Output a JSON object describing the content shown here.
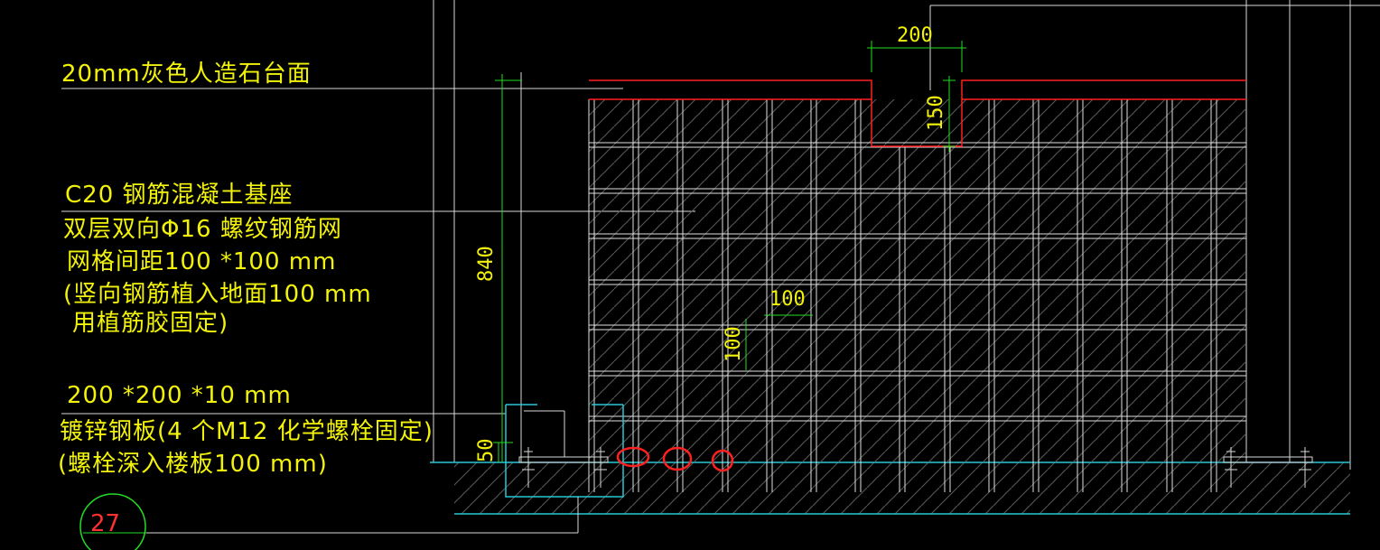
{
  "colors": {
    "background": "#000000",
    "annotation": "#f2f20a",
    "line_white": "#d9d9d9",
    "line_red": "#ff2020",
    "line_cyan": "#28c8d8",
    "line_green": "#22dd22"
  },
  "annotations": {
    "countertop": "20mm灰色人造石台面",
    "base_line1": "C20 钢筋混凝土基座",
    "base_line2": "双层双向Φ16 螺纹钢筋网",
    "base_line3": "网格间距100 *100 mm",
    "base_line4": "(竖向钢筋植入地面100 mm",
    "base_line5": "用植筋胶固定)",
    "plate_line1": "200 *200 *10 mm",
    "plate_line2": "镀锌钢板(4 个M12 化学螺栓固定)",
    "plate_line3": "(螺栓深入楼板100 mm)"
  },
  "dimensions": {
    "notch_width": "200",
    "notch_depth": "150",
    "total_height": "840",
    "grid_h": "100",
    "grid_v": "100",
    "plate_thk": "50"
  },
  "detail_ref": "27"
}
